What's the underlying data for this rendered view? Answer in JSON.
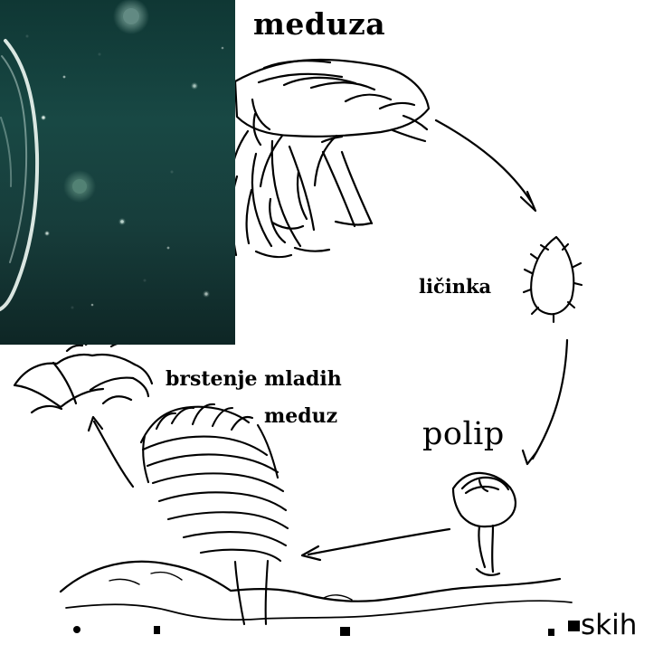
{
  "labels": {
    "meduza": "meduza",
    "licinka": "ličinka",
    "brstenje_line1": "brstenje mladih",
    "brstenje_line2": "meduz",
    "polip": "polip"
  },
  "caption_fragment": "skih",
  "icons": [
    "jellyfish-photo",
    "medusa-drawing",
    "larva-drawing",
    "polyp-drawing",
    "strobila-drawing",
    "young-medusae-drawing",
    "seafloor-line",
    "cycle-arrow"
  ],
  "colors": {
    "ink": "#000000",
    "paper": "#ffffff",
    "photo_dark": "#0f3734",
    "photo_mid": "#184844"
  }
}
